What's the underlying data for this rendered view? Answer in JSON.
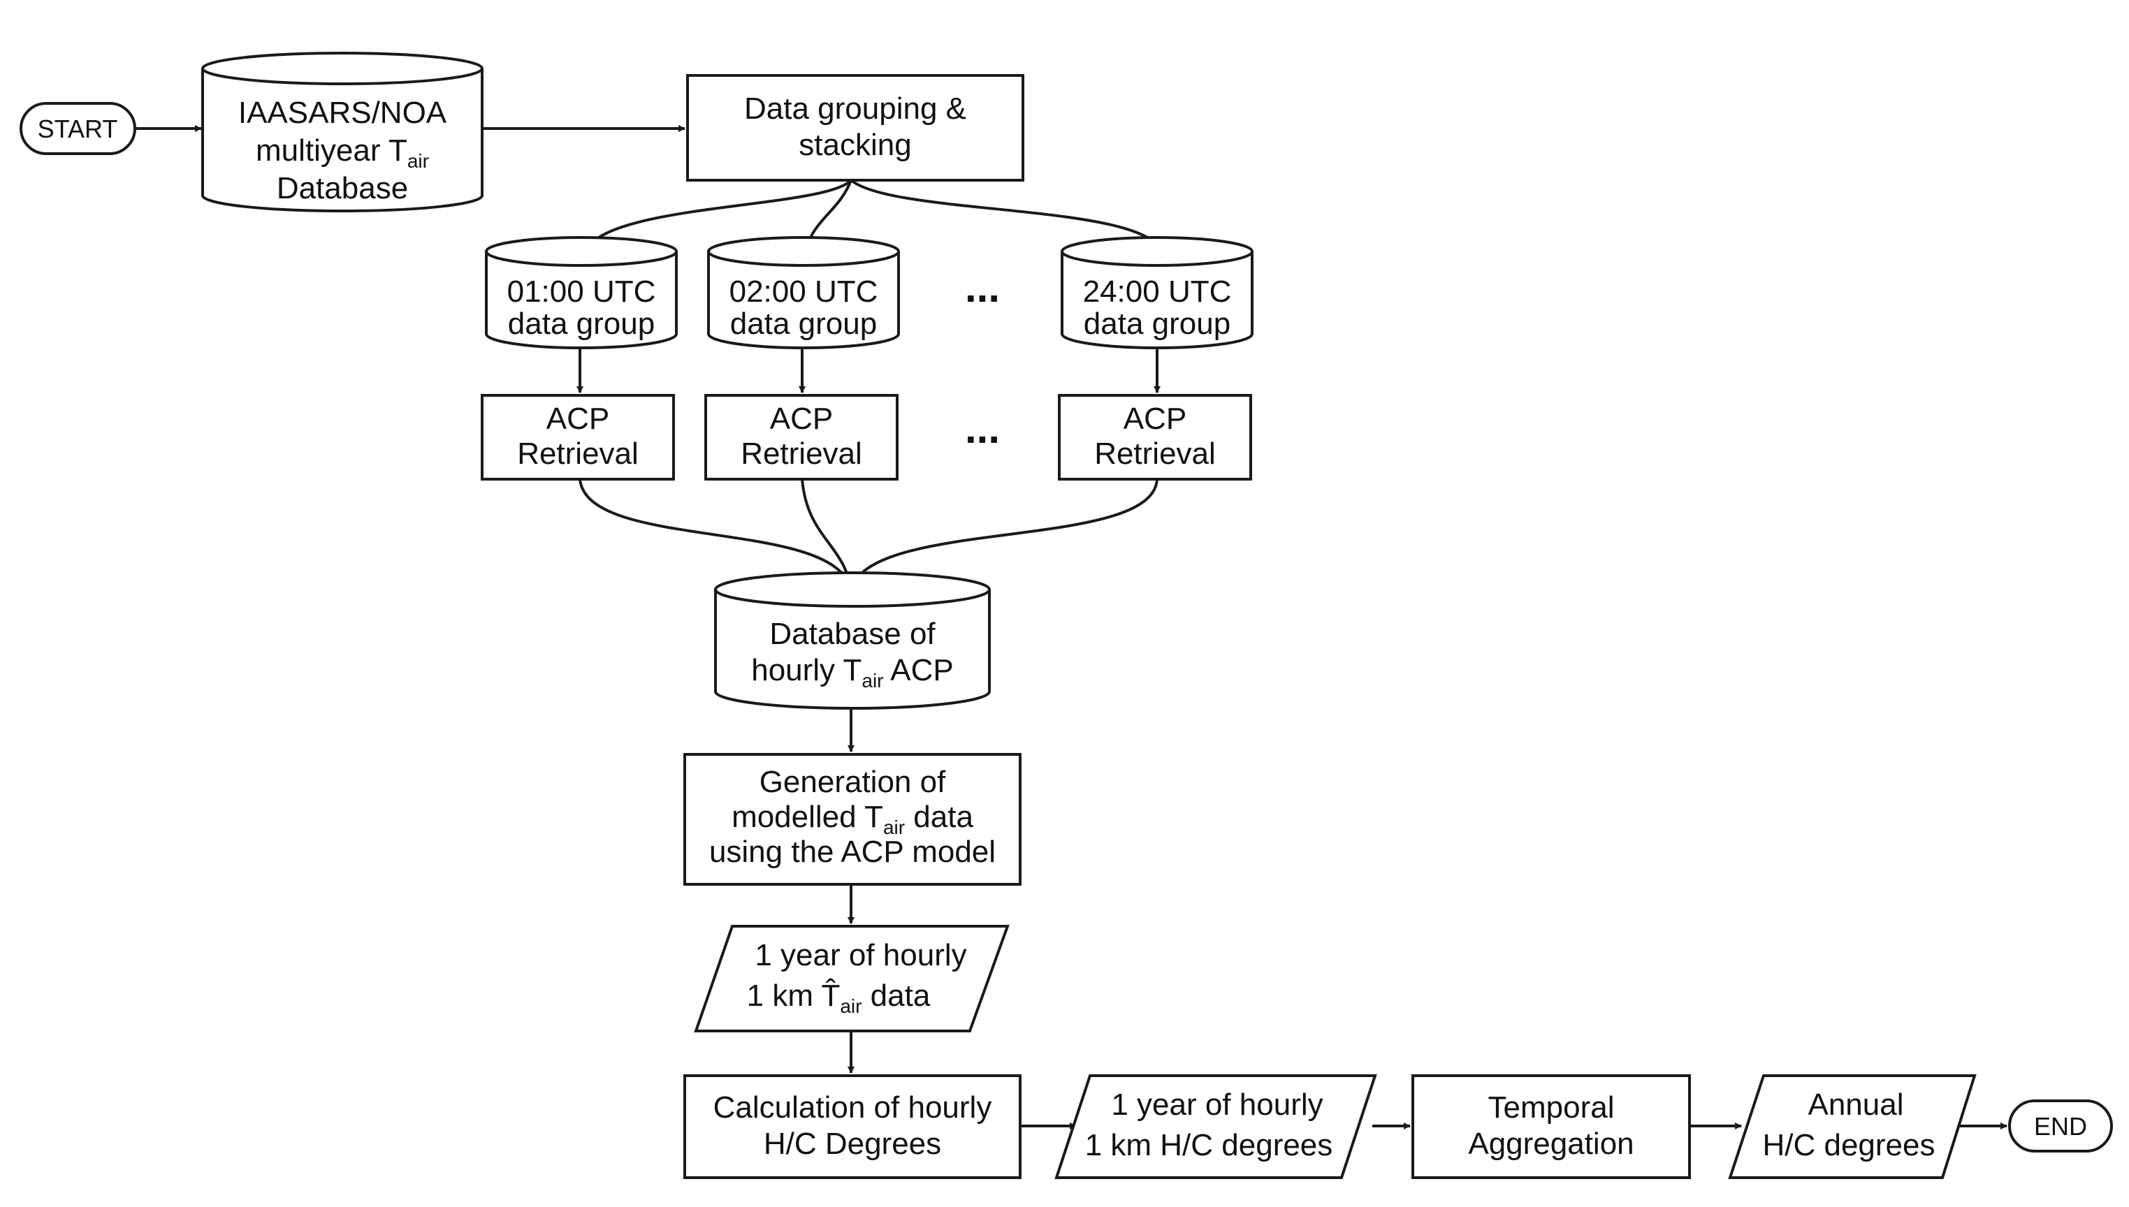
{
  "diagram": {
    "start_label": "START",
    "end_label": "END",
    "database": {
      "line1": "IAASARS/NOA",
      "line2_prefix": "multiyear T",
      "line2_sub": "air",
      "line3": "Database"
    },
    "grouping": {
      "line1": "Data grouping &",
      "line2": "stacking"
    },
    "groups": [
      {
        "line1": "01:00 UTC",
        "line2": "data group"
      },
      {
        "line1": "02:00 UTC",
        "line2": "data group"
      },
      {
        "line1": "24:00 UTC",
        "line2": "data group"
      }
    ],
    "ellipsis": "...",
    "retrieval": [
      {
        "line1": "ACP",
        "line2": "Retrieval"
      },
      {
        "line1": "ACP",
        "line2": "Retrieval"
      },
      {
        "line1": "ACP",
        "line2": "Retrieval"
      }
    ],
    "acp_db": {
      "line1": "Database of",
      "line2_prefix": "hourly T",
      "line2_sub": "air",
      "line2_suffix": " ACP"
    },
    "generation": {
      "line1": "Generation of",
      "line2_prefix": "modelled T",
      "line2_sub": "air",
      "line2_suffix": " data",
      "line3": "using the ACP model"
    },
    "hourly_data": {
      "line1": "1 year of hourly",
      "line2_prefix": "1 km T̂",
      "line2_sub": "air",
      "line2_suffix": " data"
    },
    "calc": {
      "line1": "Calculation of hourly",
      "line2": "H/C Degrees"
    },
    "hc_data": {
      "line1": "1 year of hourly",
      "line2": "1 km H/C degrees"
    },
    "temporal": {
      "line1": "Temporal",
      "line2": "Aggregation"
    },
    "annual": {
      "line1": "Annual",
      "line2": "H/C degrees"
    }
  }
}
